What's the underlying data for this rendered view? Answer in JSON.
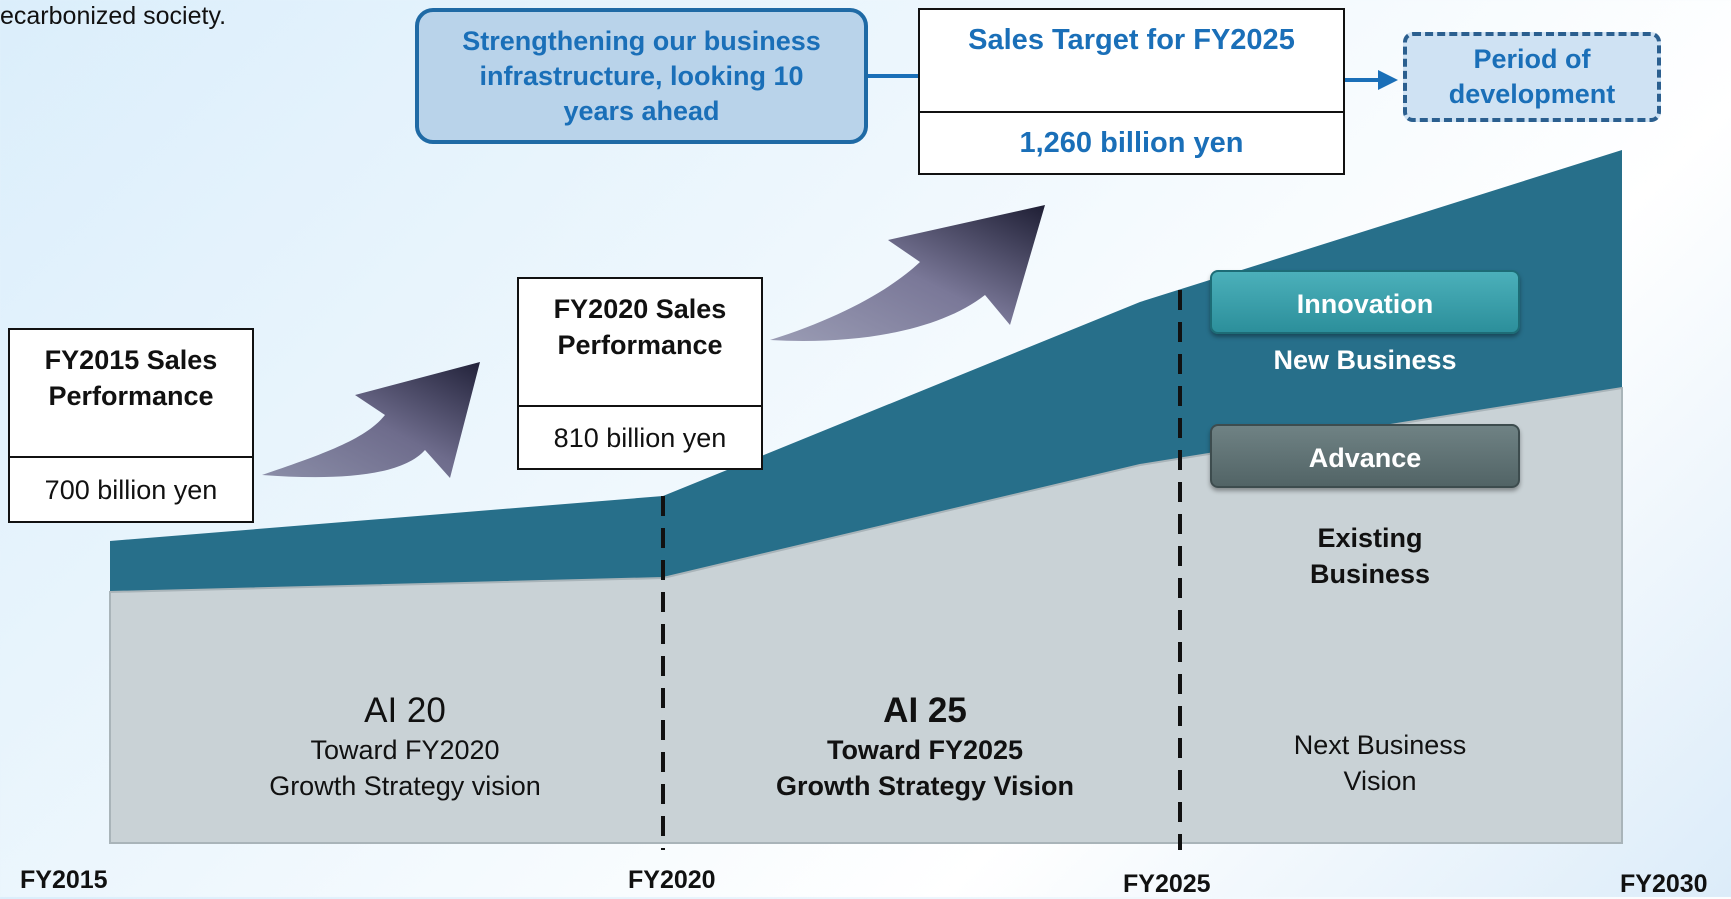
{
  "header_fragment": "ecarbonized society.",
  "infrastructure_box": {
    "text": "Strengthening our business infrastructure, looking 10 years ahead"
  },
  "target_box": {
    "title": "Sales Target for FY2025",
    "value": "1,260 billion yen"
  },
  "period_box": {
    "text": "Period of development"
  },
  "fy2015_box": {
    "title": "FY2015 Sales Performance",
    "value": "700 billion yen"
  },
  "fy2020_box": {
    "title": "FY2020 Sales Performance",
    "value": "810 billion yen"
  },
  "innovation": {
    "label": "Innovation",
    "caption": "New Business"
  },
  "advance": {
    "label": "Advance",
    "caption": "Existing Business"
  },
  "eras": {
    "ai20": {
      "name": "AI 20",
      "line1": "Toward FY2020",
      "line2": "Growth Strategy vision"
    },
    "ai25": {
      "name": "AI 25",
      "line1": "Toward FY2025",
      "line2": "Growth Strategy Vision"
    },
    "next": {
      "line1": "Next Business",
      "line2": "Vision"
    }
  },
  "axis": [
    "FY2015",
    "FY2020",
    "FY2025",
    "FY2030"
  ],
  "colors": {
    "teal": "#276f8a",
    "grey": "#c9d2d6",
    "blue_text": "#1a6fb8",
    "infra_fill": "#b9d3ea",
    "period_fill": "#cfe2f3"
  }
}
